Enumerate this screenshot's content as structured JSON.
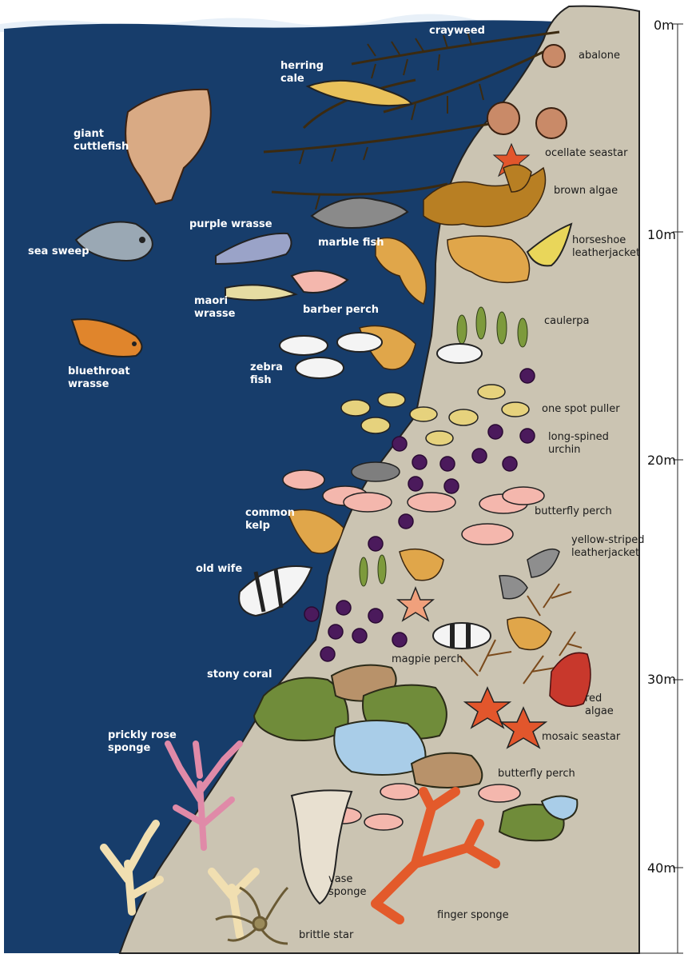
{
  "colors": {
    "sea": "#173d6b",
    "sky": "#e8f0f8",
    "seabed": "#cbc4b2",
    "kelp": "#3b2a10",
    "orange_algae": "#e0a64a",
    "brown_algae": "#b87f23",
    "urchin": "#4b1a5c",
    "pink_fish": "#f4b7ad",
    "yellow_fish": "#e6d27d",
    "seastar": "#e2562c",
    "green_coral": "#708c3a",
    "tan_coral": "#b8926a",
    "blue_coral": "#a9cde8",
    "rose_sponge": "#e08aa8",
    "finger_sponge": "#e35a2b",
    "pale_sponge": "#f1dfb1",
    "vase_sponge": "#e8e0d0"
  },
  "depth_labels": [
    "0m",
    "10m",
    "20m",
    "30m",
    "40m"
  ],
  "labels": {
    "crayweed": "crayweed",
    "abalone": "abalone",
    "herring_cale": "herring\ncale",
    "giant_cuttlefish": "giant\ncuttlefish",
    "ocellate_seastar": "ocellate seastar",
    "brown_algae": "brown algae",
    "sea_sweep": "sea sweep",
    "purple_wrasse": "purple wrasse",
    "marble_fish": "marble fish",
    "horseshoe_leatherjacket": "horseshoe\nleatherjacket",
    "maori_wrasse": "maori\nwrasse",
    "barber_perch": "barber perch",
    "caulerpa": "caulerpa",
    "bluethroat_wrasse": "bluethroat\nwrasse",
    "zebra_fish": "zebra\nfish",
    "one_spot_puller": "one spot puller",
    "long_spined_urchin": "long-spined\nurchin",
    "butterfly_perch_1": "butterfly perch",
    "common_kelp": "common\nkelp",
    "yellow_striped_leatherjacket": "yellow-striped\nleatherjacket",
    "old_wife": "old wife",
    "magpie_perch": "magpie perch",
    "stony_coral": "stony coral",
    "red_algae": "red\nalgae",
    "mosaic_seastar": "mosaic seastar",
    "prickly_rose_sponge": "prickly rose\nsponge",
    "butterfly_perch_2": "butterfly perch",
    "vase_sponge": "vase\nsponge",
    "finger_sponge": "finger sponge",
    "brittle_star": "brittle star"
  }
}
